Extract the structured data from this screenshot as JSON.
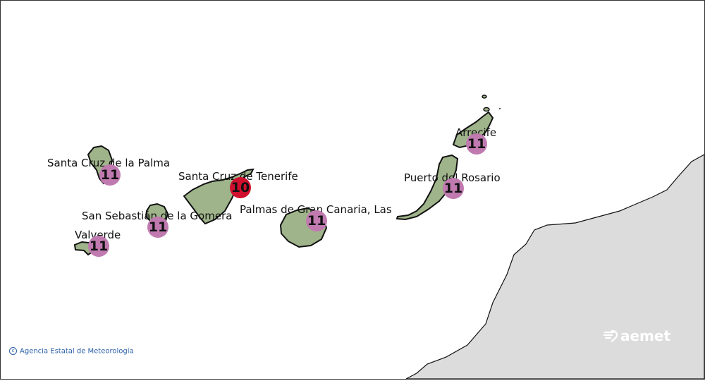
{
  "map": {
    "colors": {
      "sea": "#ffffff",
      "land": "#dcdcdc",
      "island_fill": "#9fb48a",
      "coast": "#111111"
    },
    "stations": [
      {
        "name": "Santa Cruz de la Palma",
        "value": "11",
        "color": "#c07ab0"
      },
      {
        "name": "Santa Cruz de Tenerife",
        "value": "10",
        "color": "#d0102e"
      },
      {
        "name": "San Sebastián de la Gomera",
        "value": "11",
        "color": "#c07ab0"
      },
      {
        "name": "Valverde",
        "value": "11",
        "color": "#c07ab0"
      },
      {
        "name": "Palmas de Gran Canaria, Las",
        "value": "11",
        "color": "#c07ab0"
      },
      {
        "name": "Puerto del Rosario",
        "value": "11",
        "color": "#c07ab0"
      },
      {
        "name": "Arrecife",
        "value": "11",
        "color": "#c07ab0"
      }
    ]
  },
  "footer": {
    "copyright_text": "Agencia Estatal de Meteorología",
    "logo_text": "aemet"
  }
}
